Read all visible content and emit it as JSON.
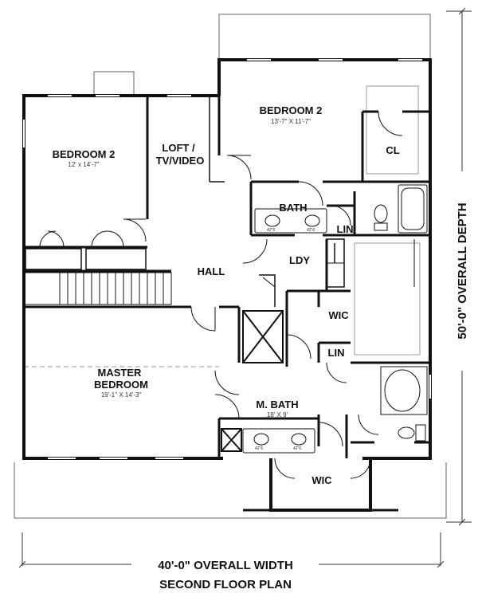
{
  "rooms": {
    "bedroom_2_left": {
      "name": "BEDROOM 2",
      "size": "12' x 14'-7\""
    },
    "bedroom_2_upper": {
      "name": "BEDROOM 2",
      "size": "13'-7\" X 11'-7\""
    },
    "loft": {
      "line1": "LOFT /",
      "line2": "TV/VIDEO"
    },
    "closet": {
      "name": "CL"
    },
    "bath": {
      "name": "BATH"
    },
    "linen_1": {
      "name": "LIN"
    },
    "laundry": {
      "name": "LDY"
    },
    "hall": {
      "name": "HALL"
    },
    "wic_1": {
      "name": "WIC"
    },
    "linen_2": {
      "name": "LIN"
    },
    "master": {
      "line1": "MASTER",
      "line2": "BEDROOM",
      "size": "19'-1\" X 14'-3\""
    },
    "master_bath": {
      "name": "M. BATH",
      "size": "18' X 9'"
    },
    "wic_2": {
      "name": "WIC"
    }
  },
  "fixtures": {
    "sink_label": "42\"6"
  },
  "dimensions": {
    "width": "40'-0\" OVERALL WIDTH",
    "depth": "50'-0\" OVERALL DEPTH"
  },
  "caption": "SECOND FLOOR PLAN"
}
